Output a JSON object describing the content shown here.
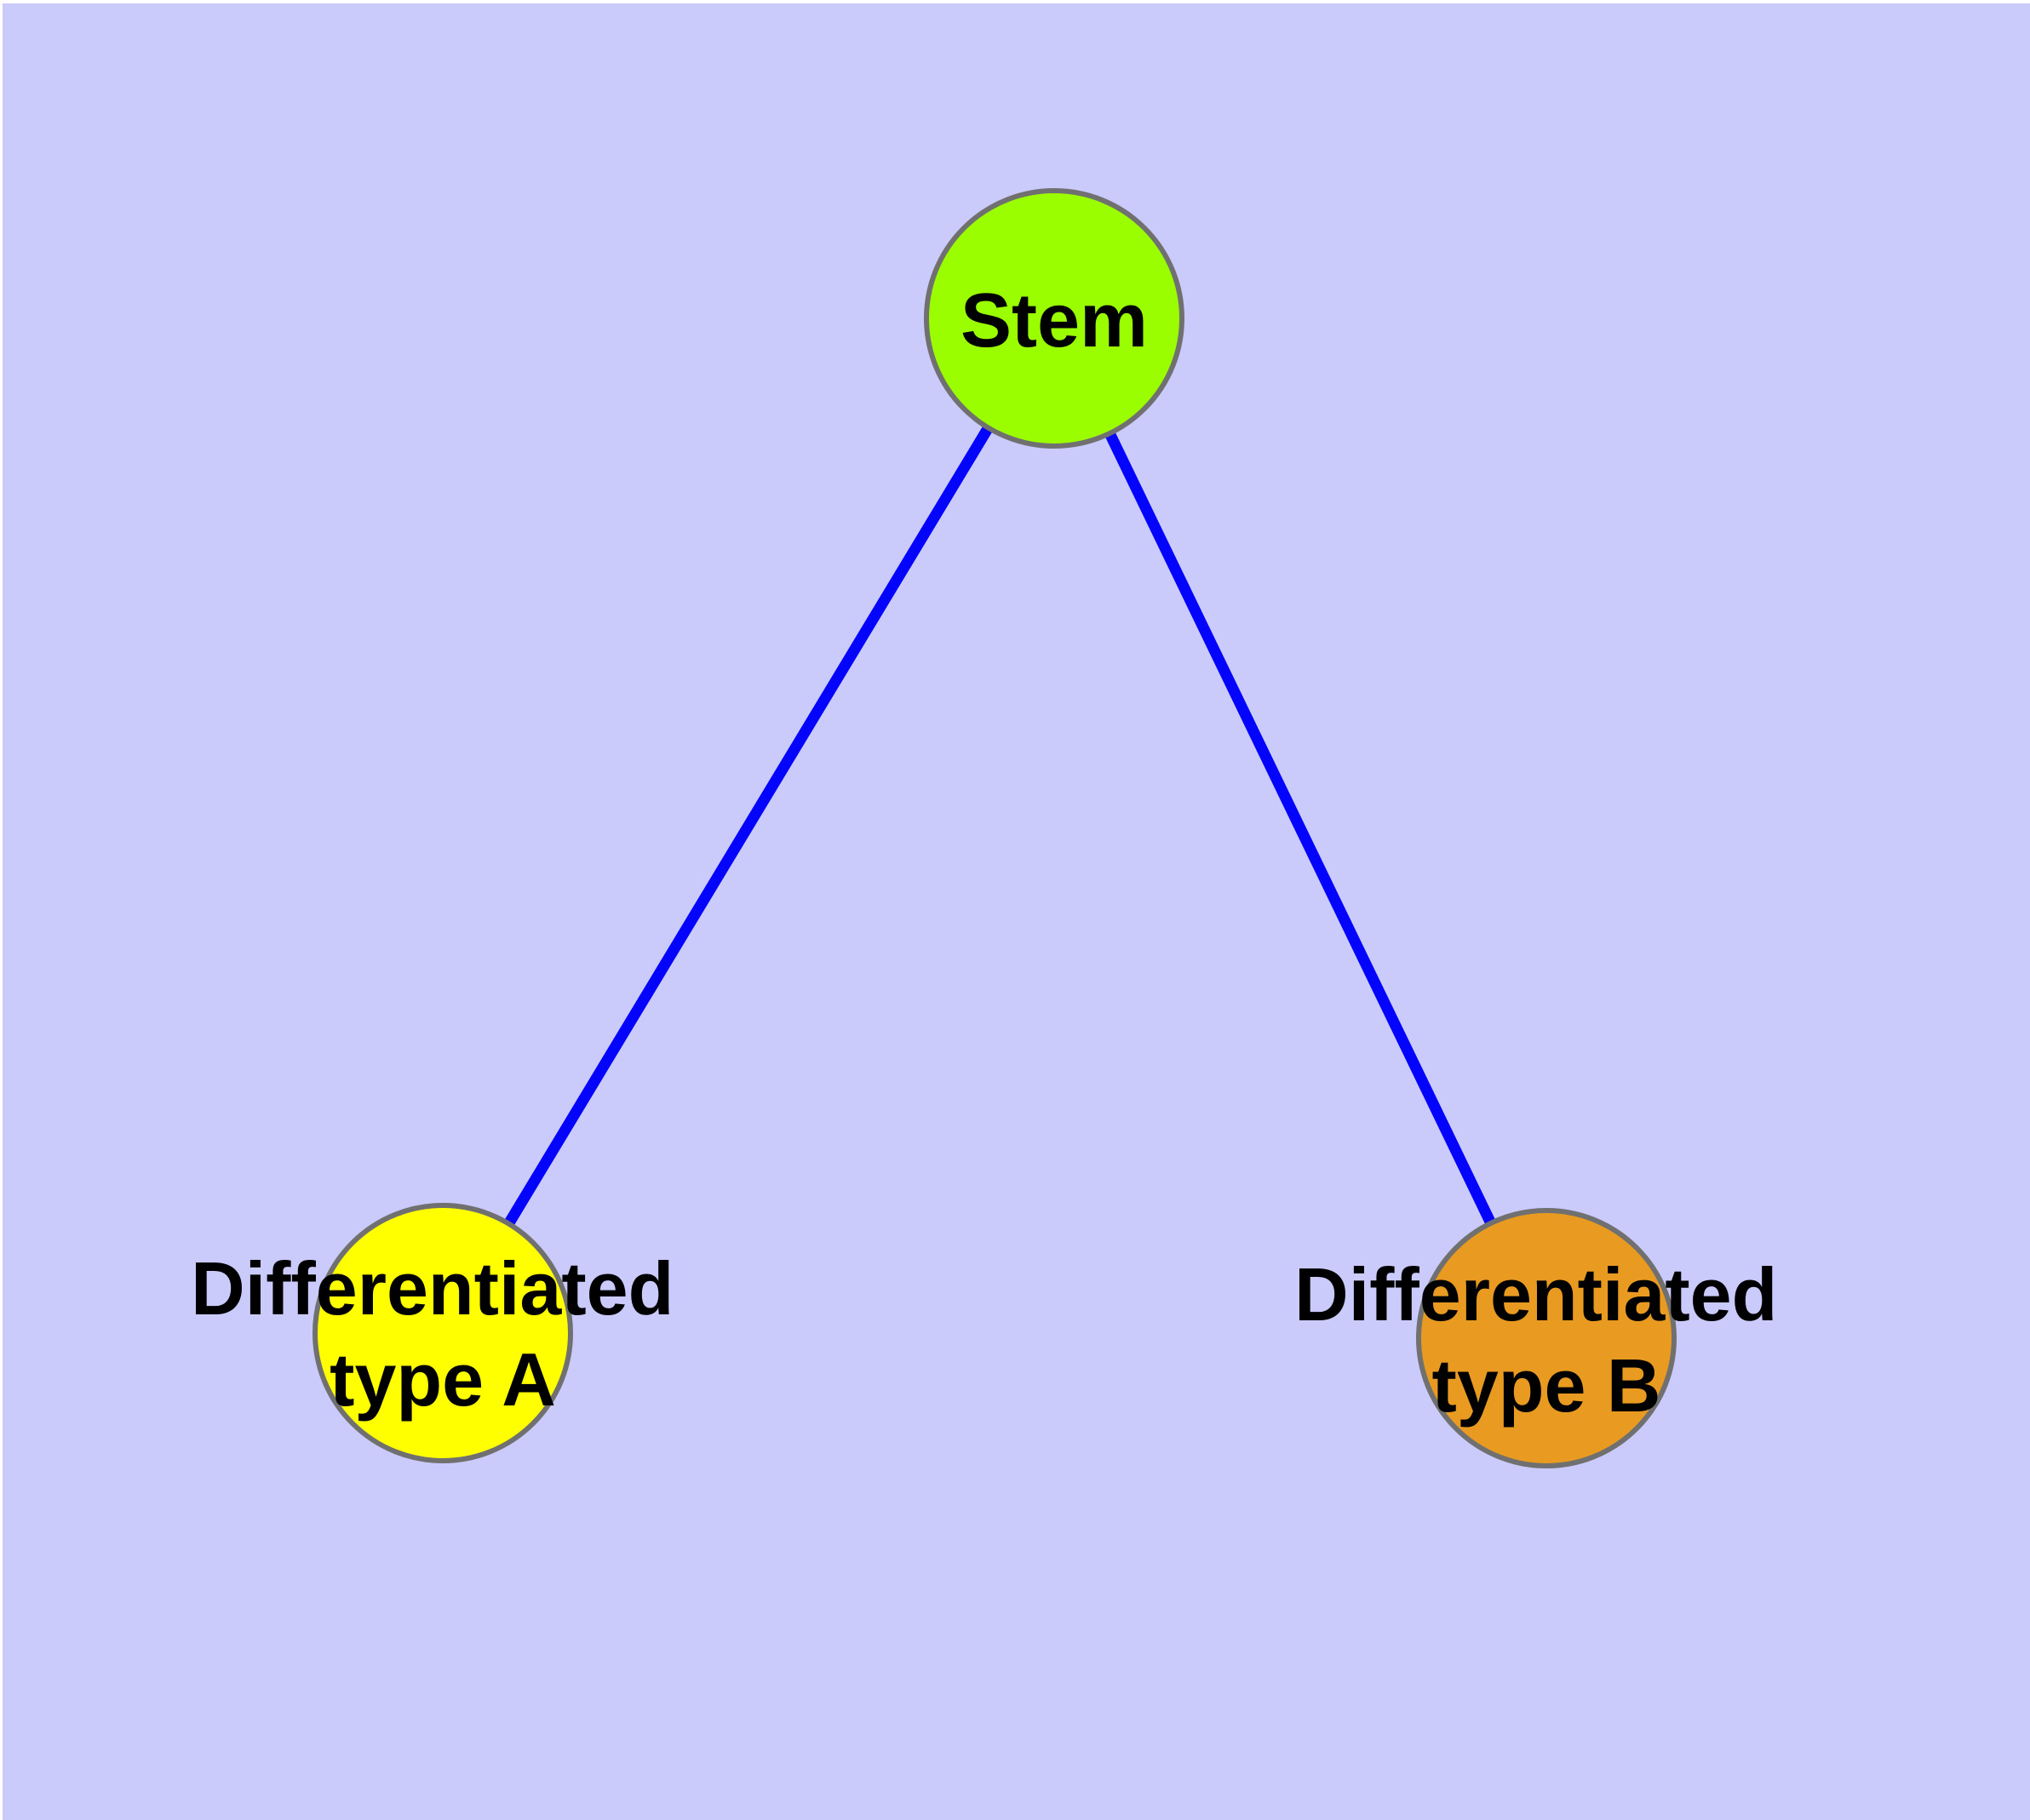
{
  "diagram": {
    "type": "graph",
    "colors": {
      "page_margin": "#FFFFFF",
      "background": "#CACAFB",
      "edge": "#0404FC",
      "node_border": "#707070"
    },
    "nodes": {
      "stem": {
        "label": "Stem",
        "fill": "#9AFE00"
      },
      "type_a": {
        "label_line1": "Differentiated",
        "label_line2": "type A",
        "label_full": "Differentiated type A",
        "fill": "#FFFF00"
      },
      "type_b": {
        "label_line1": "Differentiated",
        "label_line2": "type B",
        "label_full": "Differentiated type B",
        "fill": "#E89B20"
      }
    },
    "edges": [
      {
        "from": "Stem",
        "to": "Differentiated type A"
      },
      {
        "from": "Stem",
        "to": "Differentiated type B"
      }
    ]
  }
}
